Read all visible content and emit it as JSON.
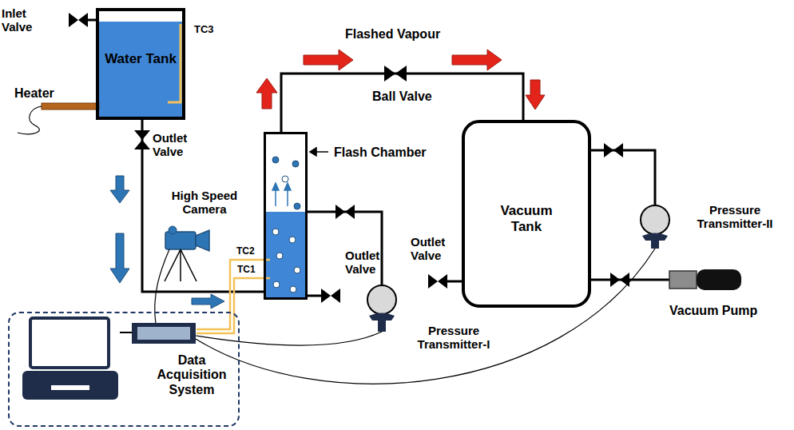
{
  "diagram": {
    "nodes": [
      {
        "text": [
          "Water Tank"
        ]
      },
      {
        "text": [
          "Flash Chamber"
        ]
      },
      {
        "text": [
          "Vacuum Tank"
        ]
      },
      {
        "text": [
          "Data Acquisition System"
        ]
      }
    ],
    "edges": [
      {
        "from": 0,
        "to": 1,
        "arrow": "none"
      },
      {
        "from": 1,
        "to": 2,
        "arrow": "none"
      }
    ],
    "labels": [
      "Inlet Valve",
      "TC3",
      "Heater",
      "Outlet Valve",
      "Flashed Vapour",
      "Ball Valve",
      "High Speed Camera",
      "TC2",
      "TC1",
      "Outlet Valve",
      "Pressure Transmitter-I",
      "Outlet Valve",
      "Pressure Transmitter-II",
      "Vacuum Pump"
    ]
  }
}
